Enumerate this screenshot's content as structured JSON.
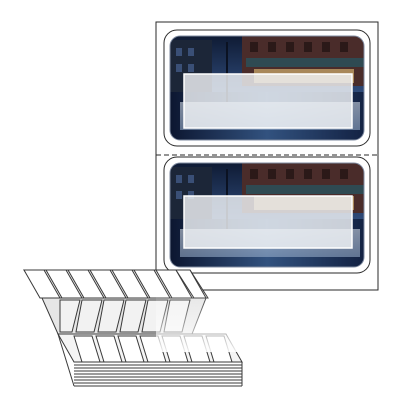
{
  "product": {
    "label_sheets": [
      {
        "scene": "night-street-photo"
      },
      {
        "scene": "night-street-photo"
      }
    ],
    "stack": {
      "visible_tabs_top_row": 8,
      "visible_tabs_bottom_row": 8
    }
  },
  "colors": {
    "paper": "#ffffff",
    "outline": "#2a2a2a",
    "label_outer": "#7f8ba0",
    "scene_dark": "#0f1b34",
    "scene_mid": "#2f4b7a",
    "scene_light": "#9fb5d1",
    "window_fill": "#f2f4f7"
  }
}
